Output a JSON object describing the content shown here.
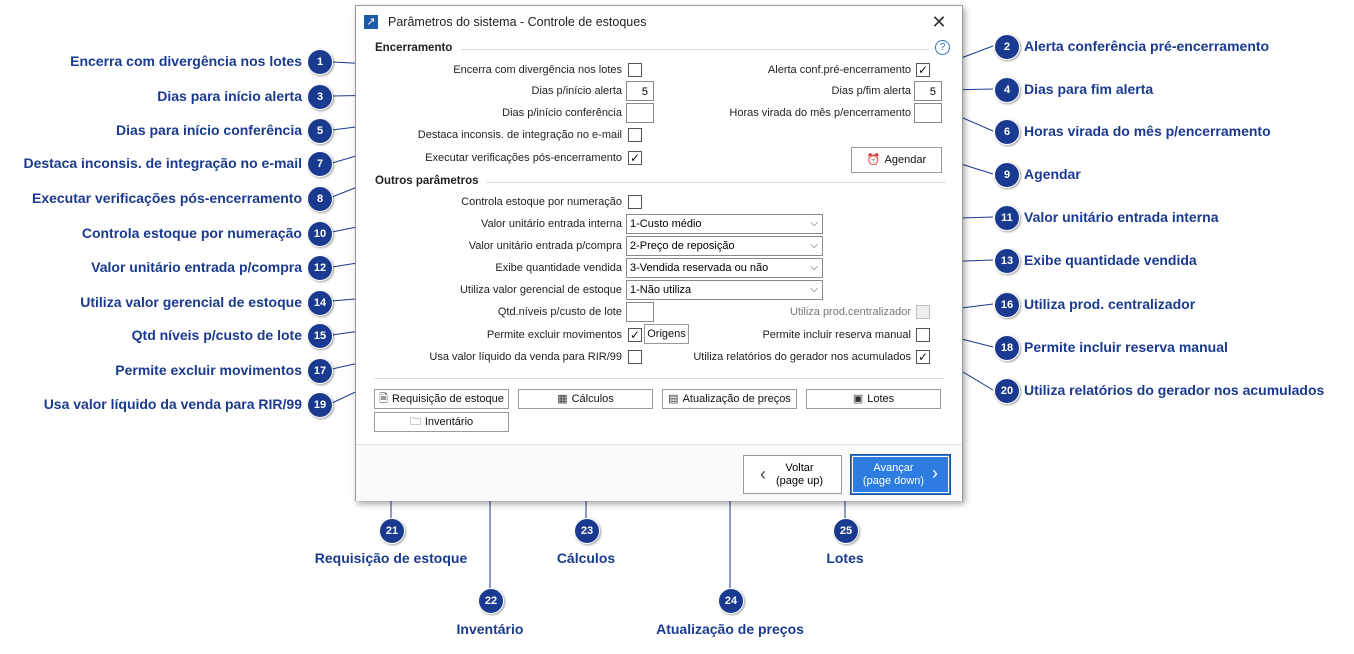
{
  "dialog": {
    "title": "Parâmetros do sistema - Controle de estoques",
    "close_glyph": "✕",
    "help_glyph": "?"
  },
  "sections": {
    "encerramento": "Encerramento",
    "outros": "Outros parâmetros"
  },
  "fields": {
    "encerra_divergencia": {
      "label": "Encerra com divergência nos lotes",
      "checked": ""
    },
    "dias_inicio_alerta": {
      "label": "Dias p/início alerta",
      "value": "5"
    },
    "dias_inicio_conferencia": {
      "label": "Dias p/início conferência",
      "value": ""
    },
    "destaca_inconsis": {
      "label": "Destaca inconsis. de integração no e-mail",
      "checked": ""
    },
    "executar_verificacoes": {
      "label": "Executar verificações pós-encerramento",
      "checked": "✓"
    },
    "alerta_conf": {
      "label": "Alerta conf.pré-encerramento",
      "checked": "✓"
    },
    "dias_fim_alerta": {
      "label": "Dias p/fim alerta",
      "value": "5"
    },
    "horas_virada": {
      "label": "Horas virada do mês p/encerramento",
      "value": ""
    },
    "controla_numeracao": {
      "label": "Controla estoque por numeração",
      "checked": ""
    },
    "valor_entrada_interna": {
      "label": "Valor unitário entrada interna",
      "value": "1-Custo médio"
    },
    "valor_entrada_compra": {
      "label": "Valor unitário entrada p/compra",
      "value": "2-Preço de reposição"
    },
    "exibe_qtd_vendida": {
      "label": "Exibe quantidade vendida",
      "value": "3-Vendida reservada ou não"
    },
    "utiliza_valor_gerencial": {
      "label": "Utiliza valor gerencial de estoque",
      "value": "1-Não utiliza"
    },
    "qtd_niveis": {
      "label": "Qtd.níveis p/custo de lote",
      "value": ""
    },
    "permite_excluir": {
      "label": "Permite excluir movimentos",
      "checked": "✓"
    },
    "usa_valor_liquido": {
      "label": "Usa valor líquido da venda para RIR/99",
      "checked": ""
    },
    "utiliza_prod_centralizador": {
      "label": "Utiliza prod.centralizador",
      "checked": ""
    },
    "permite_incluir_reserva": {
      "label": "Permite incluir reserva manual",
      "checked": ""
    },
    "utiliza_relatorios": {
      "label": "Utiliza relatórios do gerador nos acumulados",
      "checked": "✓"
    }
  },
  "buttons": {
    "agendar": "Agendar",
    "origens": "Origens",
    "requisicao": "Requisição de estoque",
    "calculos": "Cálculos",
    "atualizacao": "Atualização de preços",
    "lotes": "Lotes",
    "inventario": "Inventário",
    "voltar_1": "Voltar",
    "voltar_2": "(page up)",
    "avancar_1": "Avançar",
    "avancar_2": "(page down)"
  },
  "annotations": [
    {
      "n": "1",
      "text": "Encerra com divergência nos lotes"
    },
    {
      "n": "2",
      "text": "Alerta conferência pré-encerramento"
    },
    {
      "n": "3",
      "text": "Dias para início alerta"
    },
    {
      "n": "4",
      "text": "Dias para fim alerta"
    },
    {
      "n": "5",
      "text": "Dias para início conferência"
    },
    {
      "n": "6",
      "text": "Horas virada do mês p/encerramento"
    },
    {
      "n": "7",
      "text": "Destaca inconsis. de integração no e-mail"
    },
    {
      "n": "8",
      "text": "Executar verificações pós-encerramento"
    },
    {
      "n": "9",
      "text": "Agendar"
    },
    {
      "n": "10",
      "text": "Controla estoque por numeração"
    },
    {
      "n": "11",
      "text": "Valor unitário entrada interna"
    },
    {
      "n": "12",
      "text": "Valor unitário entrada p/compra"
    },
    {
      "n": "13",
      "text": "Exibe quantidade vendida"
    },
    {
      "n": "14",
      "text": "Utiliza valor gerencial de estoque"
    },
    {
      "n": "15",
      "text": "Qtd níveis p/custo de lote"
    },
    {
      "n": "16",
      "text": "Utiliza prod. centralizador"
    },
    {
      "n": "17",
      "text": "Permite excluir movimentos"
    },
    {
      "n": "18",
      "text": "Permite incluir reserva manual"
    },
    {
      "n": "19",
      "text": "Usa valor líquido da venda para RIR/99"
    },
    {
      "n": "20",
      "text": "Utiliza relatórios do gerador nos acumulados"
    },
    {
      "n": "21",
      "text": "Requisição de estoque"
    },
    {
      "n": "22",
      "text": "Inventário"
    },
    {
      "n": "23",
      "text": "Cálculos"
    },
    {
      "n": "24",
      "text": "Atualização de preços"
    },
    {
      "n": "25",
      "text": "Lotes"
    }
  ],
  "colors": {
    "annotation": "#1a3a8f",
    "primary_button": "#2d7de0"
  }
}
